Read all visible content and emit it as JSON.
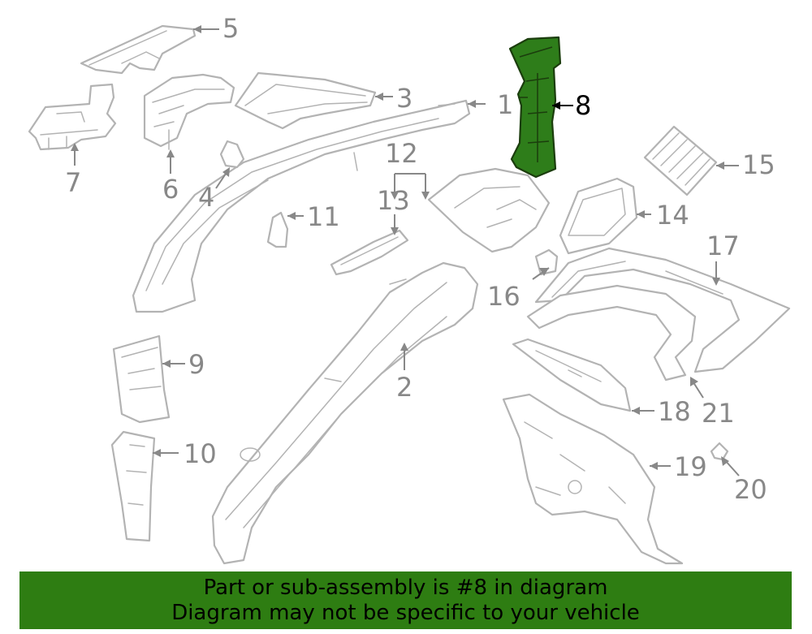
{
  "callouts": {
    "c1": "1",
    "c2": "2",
    "c3": "3",
    "c4": "4",
    "c5": "5",
    "c6": "6",
    "c7": "7",
    "c8": "8",
    "c9": "9",
    "c10": "10",
    "c11": "11",
    "c12": "12",
    "c13": "13",
    "c14": "14",
    "c15": "15",
    "c16": "16",
    "c17": "17",
    "c18": "18",
    "c19": "19",
    "c20": "20",
    "c21": "21"
  },
  "highlighted_part": "8",
  "colors": {
    "highlight": "#2e7d1a",
    "banner": "#2e7d12",
    "line": "#b3b3b3",
    "label": "#888888"
  },
  "banner": {
    "line1": "Part or sub-assembly is #8 in diagram",
    "line2": "Diagram may not be specific to your vehicle"
  }
}
